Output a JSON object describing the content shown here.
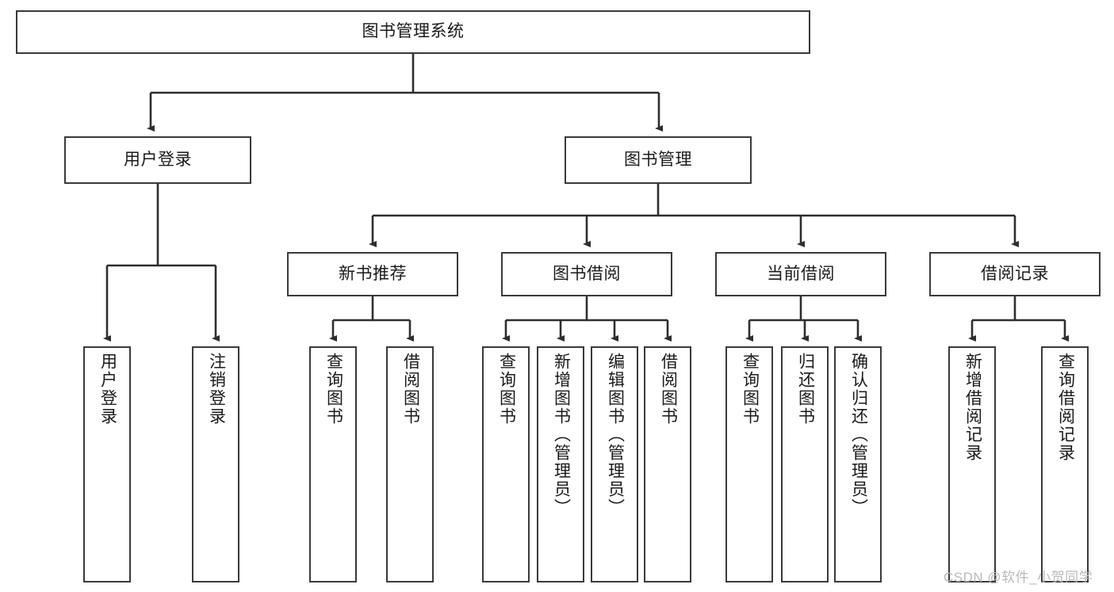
{
  "diagram": {
    "title": "图书管理系统",
    "type": "tree",
    "orientation": "top-down",
    "colors": {
      "background": "#ffffff",
      "node_border": "#3a3a3a",
      "node_fill": "#ffffff",
      "edge": "#2e2e2e",
      "text": "#1a1a1a",
      "watermark": "#b9b9b9"
    }
  },
  "root": {
    "label": "图书管理系统"
  },
  "level2": [
    {
      "label": "用户登录"
    },
    {
      "label": "图书管理"
    }
  ],
  "level3": [
    {
      "label": "新书推荐"
    },
    {
      "label": "图书借阅"
    },
    {
      "label": "当前借阅"
    },
    {
      "label": "借阅记录"
    }
  ],
  "leaves": {
    "user_login": [
      {
        "label": "用户登录"
      },
      {
        "label": "注销登录"
      }
    ],
    "new_book": [
      {
        "label": "查询图书"
      },
      {
        "label": "借阅图书"
      }
    ],
    "book_borrow": [
      {
        "label": "查询图书"
      },
      {
        "label": "新增图书（管理员）"
      },
      {
        "label": "编辑图书（管理员）"
      },
      {
        "label": "借阅图书"
      }
    ],
    "current_borrow": [
      {
        "label": "查询图书"
      },
      {
        "label": "归还图书"
      },
      {
        "label": "确认归还（管理员）"
      }
    ],
    "borrow_record": [
      {
        "label": "新增借阅记录"
      },
      {
        "label": "查询借阅记录"
      }
    ]
  },
  "watermark": {
    "text": "CSDN @软件_小贺同学"
  }
}
